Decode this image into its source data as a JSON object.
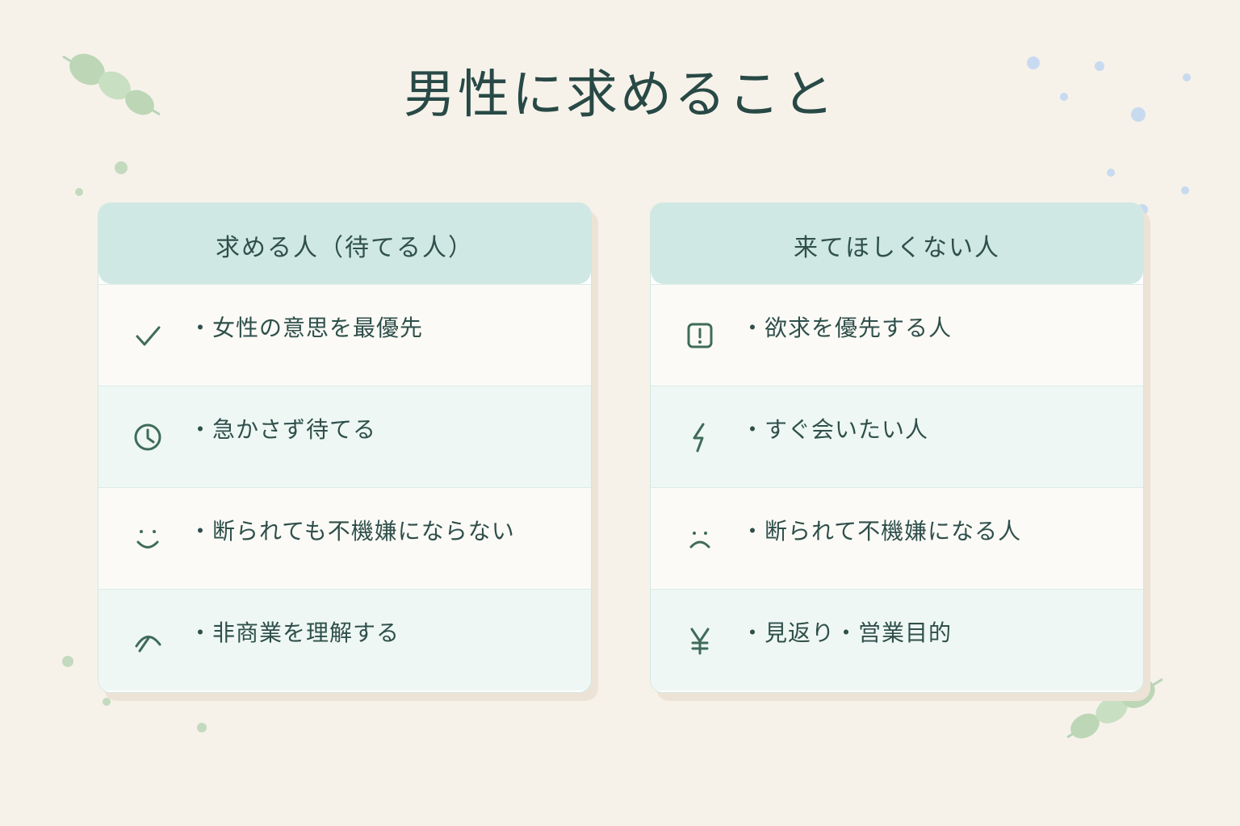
{
  "title": "男性に求めること",
  "left_card": {
    "header": "求める人（待てる人）",
    "items": [
      {
        "icon": "check-icon",
        "text": "女性の意思を最優先"
      },
      {
        "icon": "clock-icon",
        "text": "急かさず待てる"
      },
      {
        "icon": "smile-icon",
        "text": "断られても不機嫌にならない"
      },
      {
        "icon": "umbrella-icon",
        "text": "非商業を理解する"
      }
    ]
  },
  "right_card": {
    "header": "来てほしくない人",
    "items": [
      {
        "icon": "alert-icon",
        "text": "欲求を優先する人"
      },
      {
        "icon": "lightning-icon",
        "text": "すぐ会いたい人"
      },
      {
        "icon": "frown-icon",
        "text": "断られて不機嫌になる人"
      },
      {
        "icon": "yen-icon",
        "text": "見返り・営業目的"
      }
    ]
  },
  "colors": {
    "background": "#f6f2ea",
    "header": "#cfe8e3",
    "text": "#2f4f4a",
    "icon": "#3f6b5a"
  }
}
